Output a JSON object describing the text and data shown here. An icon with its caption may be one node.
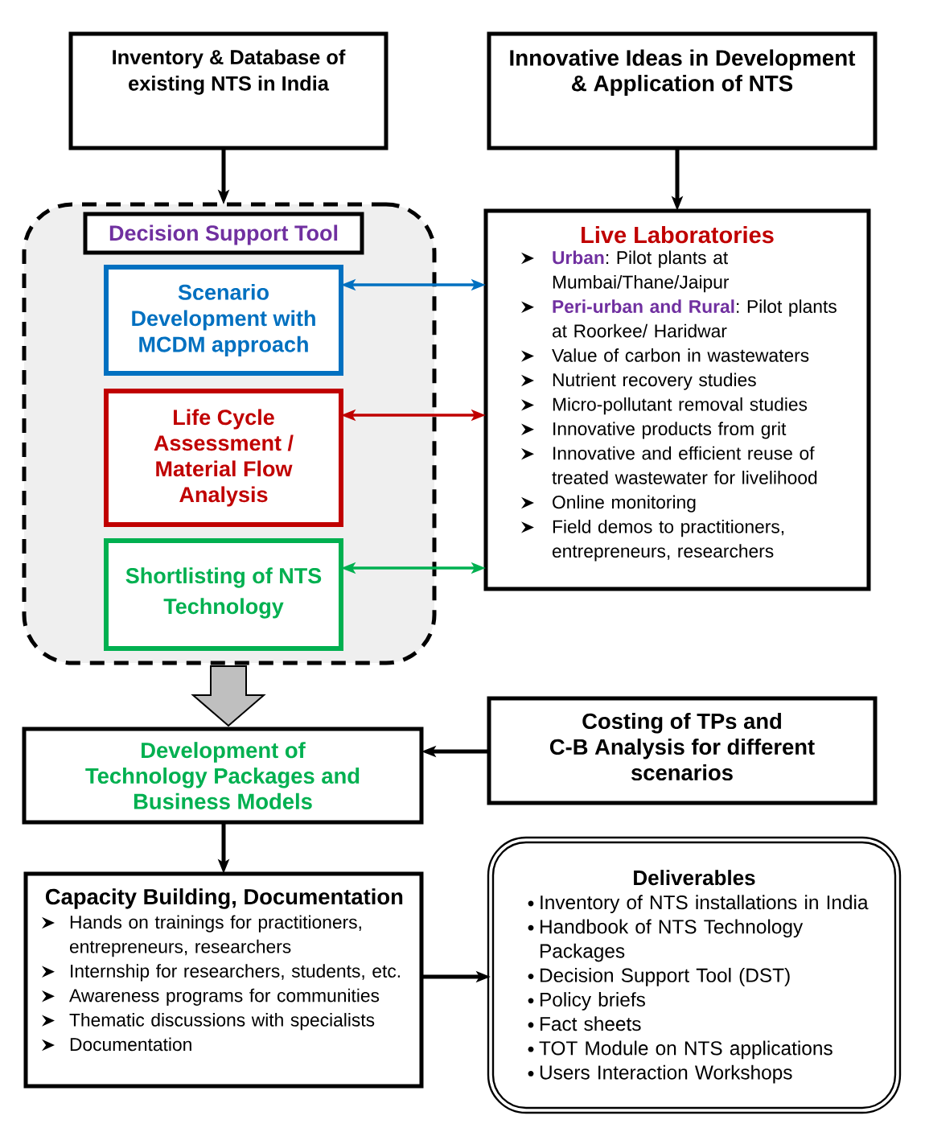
{
  "diagram": {
    "nodes": [
      {
        "text": [
          "Inventory & Database of existing NTS in India"
        ]
      },
      {
        "text": [
          "Innovative Ideas in Development & Application of NTS"
        ]
      },
      {
        "text": [],
        "shape": "box"
      },
      {
        "text": [
          "Decision Support Tool"
        ],
        "in": 2
      },
      {
        "text": [
          "Scenario Development with MCDM approach"
        ],
        "in": 2
      },
      {
        "text": [
          "Life Cycle Assessment / Material Flow Analysis"
        ],
        "in": 2
      },
      {
        "text": [
          "Shortlisting of NTS Technology"
        ],
        "in": 2
      },
      {
        "text": [
          "Live Laboratories",
          "**Urban**: Pilot plants at Mumbai/Thane/Jaipur",
          "**Peri-urban and Rural**: Pilot plants at Roorkee/ Haridwar",
          "Value of carbon in wastewaters",
          "Nutrient recovery studies",
          "Micro-pollutant removal studies",
          "Innovative products from grit",
          "Innovative and efficient reuse of treated wastewater for livelihood",
          "Online monitoring",
          "Field demos to practitioners, entrepreneurs, researchers"
        ]
      },
      {
        "text": [
          "Development of Technology Packages and Business Models"
        ]
      },
      {
        "text": [
          "Costing of TPs and C-B Analysis for different scenarios"
        ]
      },
      {
        "text": [
          "Capacity Building, Documentation",
          "Hands on trainings for practitioners, entrepreneurs, researchers",
          "Internship for researchers, students, etc.",
          "Awareness programs for communities",
          "Thematic discussions with specialists",
          "Documentation"
        ]
      },
      {
        "text": [
          "Deliverables",
          "Inventory of NTS installations in India",
          "Handbook of NTS Technology Packages",
          "Decision Support Tool (DST)",
          "Policy briefs",
          "Fact sheets",
          "TOT Module on NTS applications",
          "Users Interaction Workshops"
        ]
      }
    ],
    "edges": [
      {
        "from": 0,
        "to": 2,
        "arrow": "to"
      },
      {
        "from": 1,
        "to": 7,
        "arrow": "to"
      },
      {
        "from": 4,
        "to": 7,
        "arrow": "both",
        "color": "#0070c0"
      },
      {
        "from": 5,
        "to": 7,
        "arrow": "both",
        "color": "#c00000"
      },
      {
        "from": 6,
        "to": 7,
        "arrow": "both",
        "color": "#00b050"
      },
      {
        "from": 2,
        "to": 8,
        "arrow": "to",
        "style": "thick",
        "color": "#bfbfbf"
      },
      {
        "from": 9,
        "to": 8,
        "arrow": "to"
      },
      {
        "from": 8,
        "to": 10,
        "arrow": "to"
      },
      {
        "from": 10,
        "to": 11,
        "arrow": "to"
      }
    ]
  }
}
